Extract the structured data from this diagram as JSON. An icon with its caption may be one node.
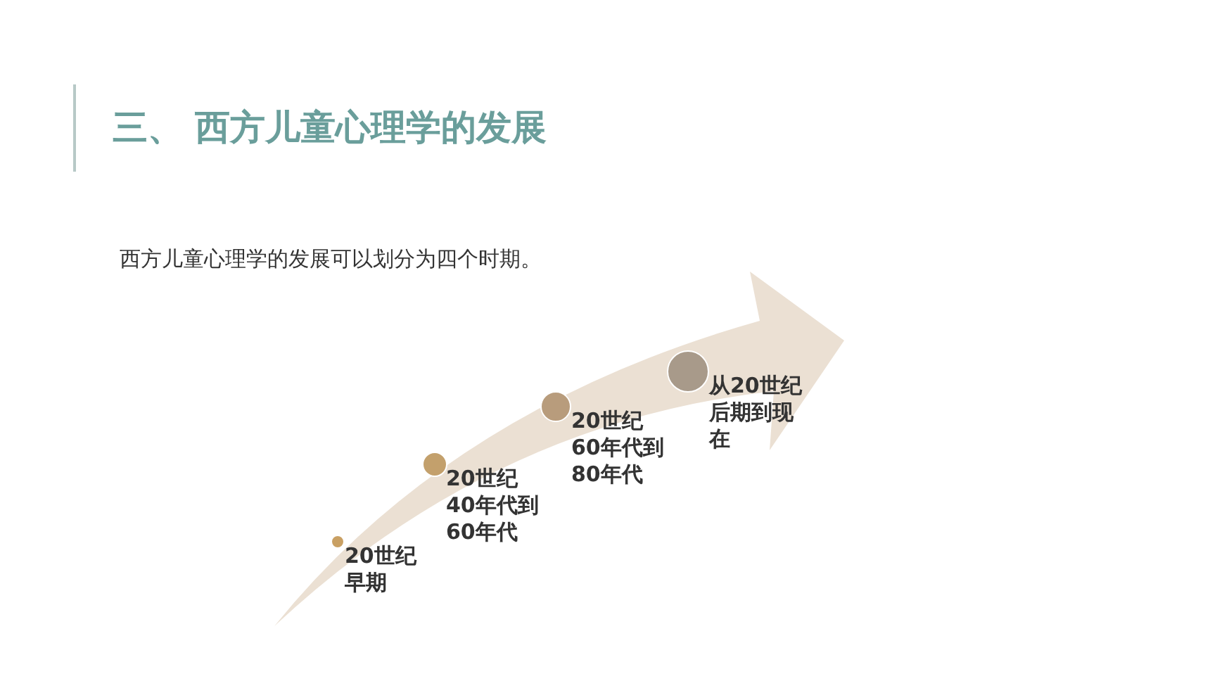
{
  "diagram": {
    "title": "三、 西方儿童心理学的发展",
    "nodes": [
      {
        "text": [
          "20世纪早期"
        ]
      },
      {
        "text": [
          "20世纪40年代到60年代"
        ]
      },
      {
        "text": [
          "20世纪60年代到80年代"
        ]
      },
      {
        "text": [
          "从20世纪后期到现在"
        ]
      }
    ],
    "labels": [
      "西方儿童心理学的发展可以划分为四个时期。"
    ]
  }
}
